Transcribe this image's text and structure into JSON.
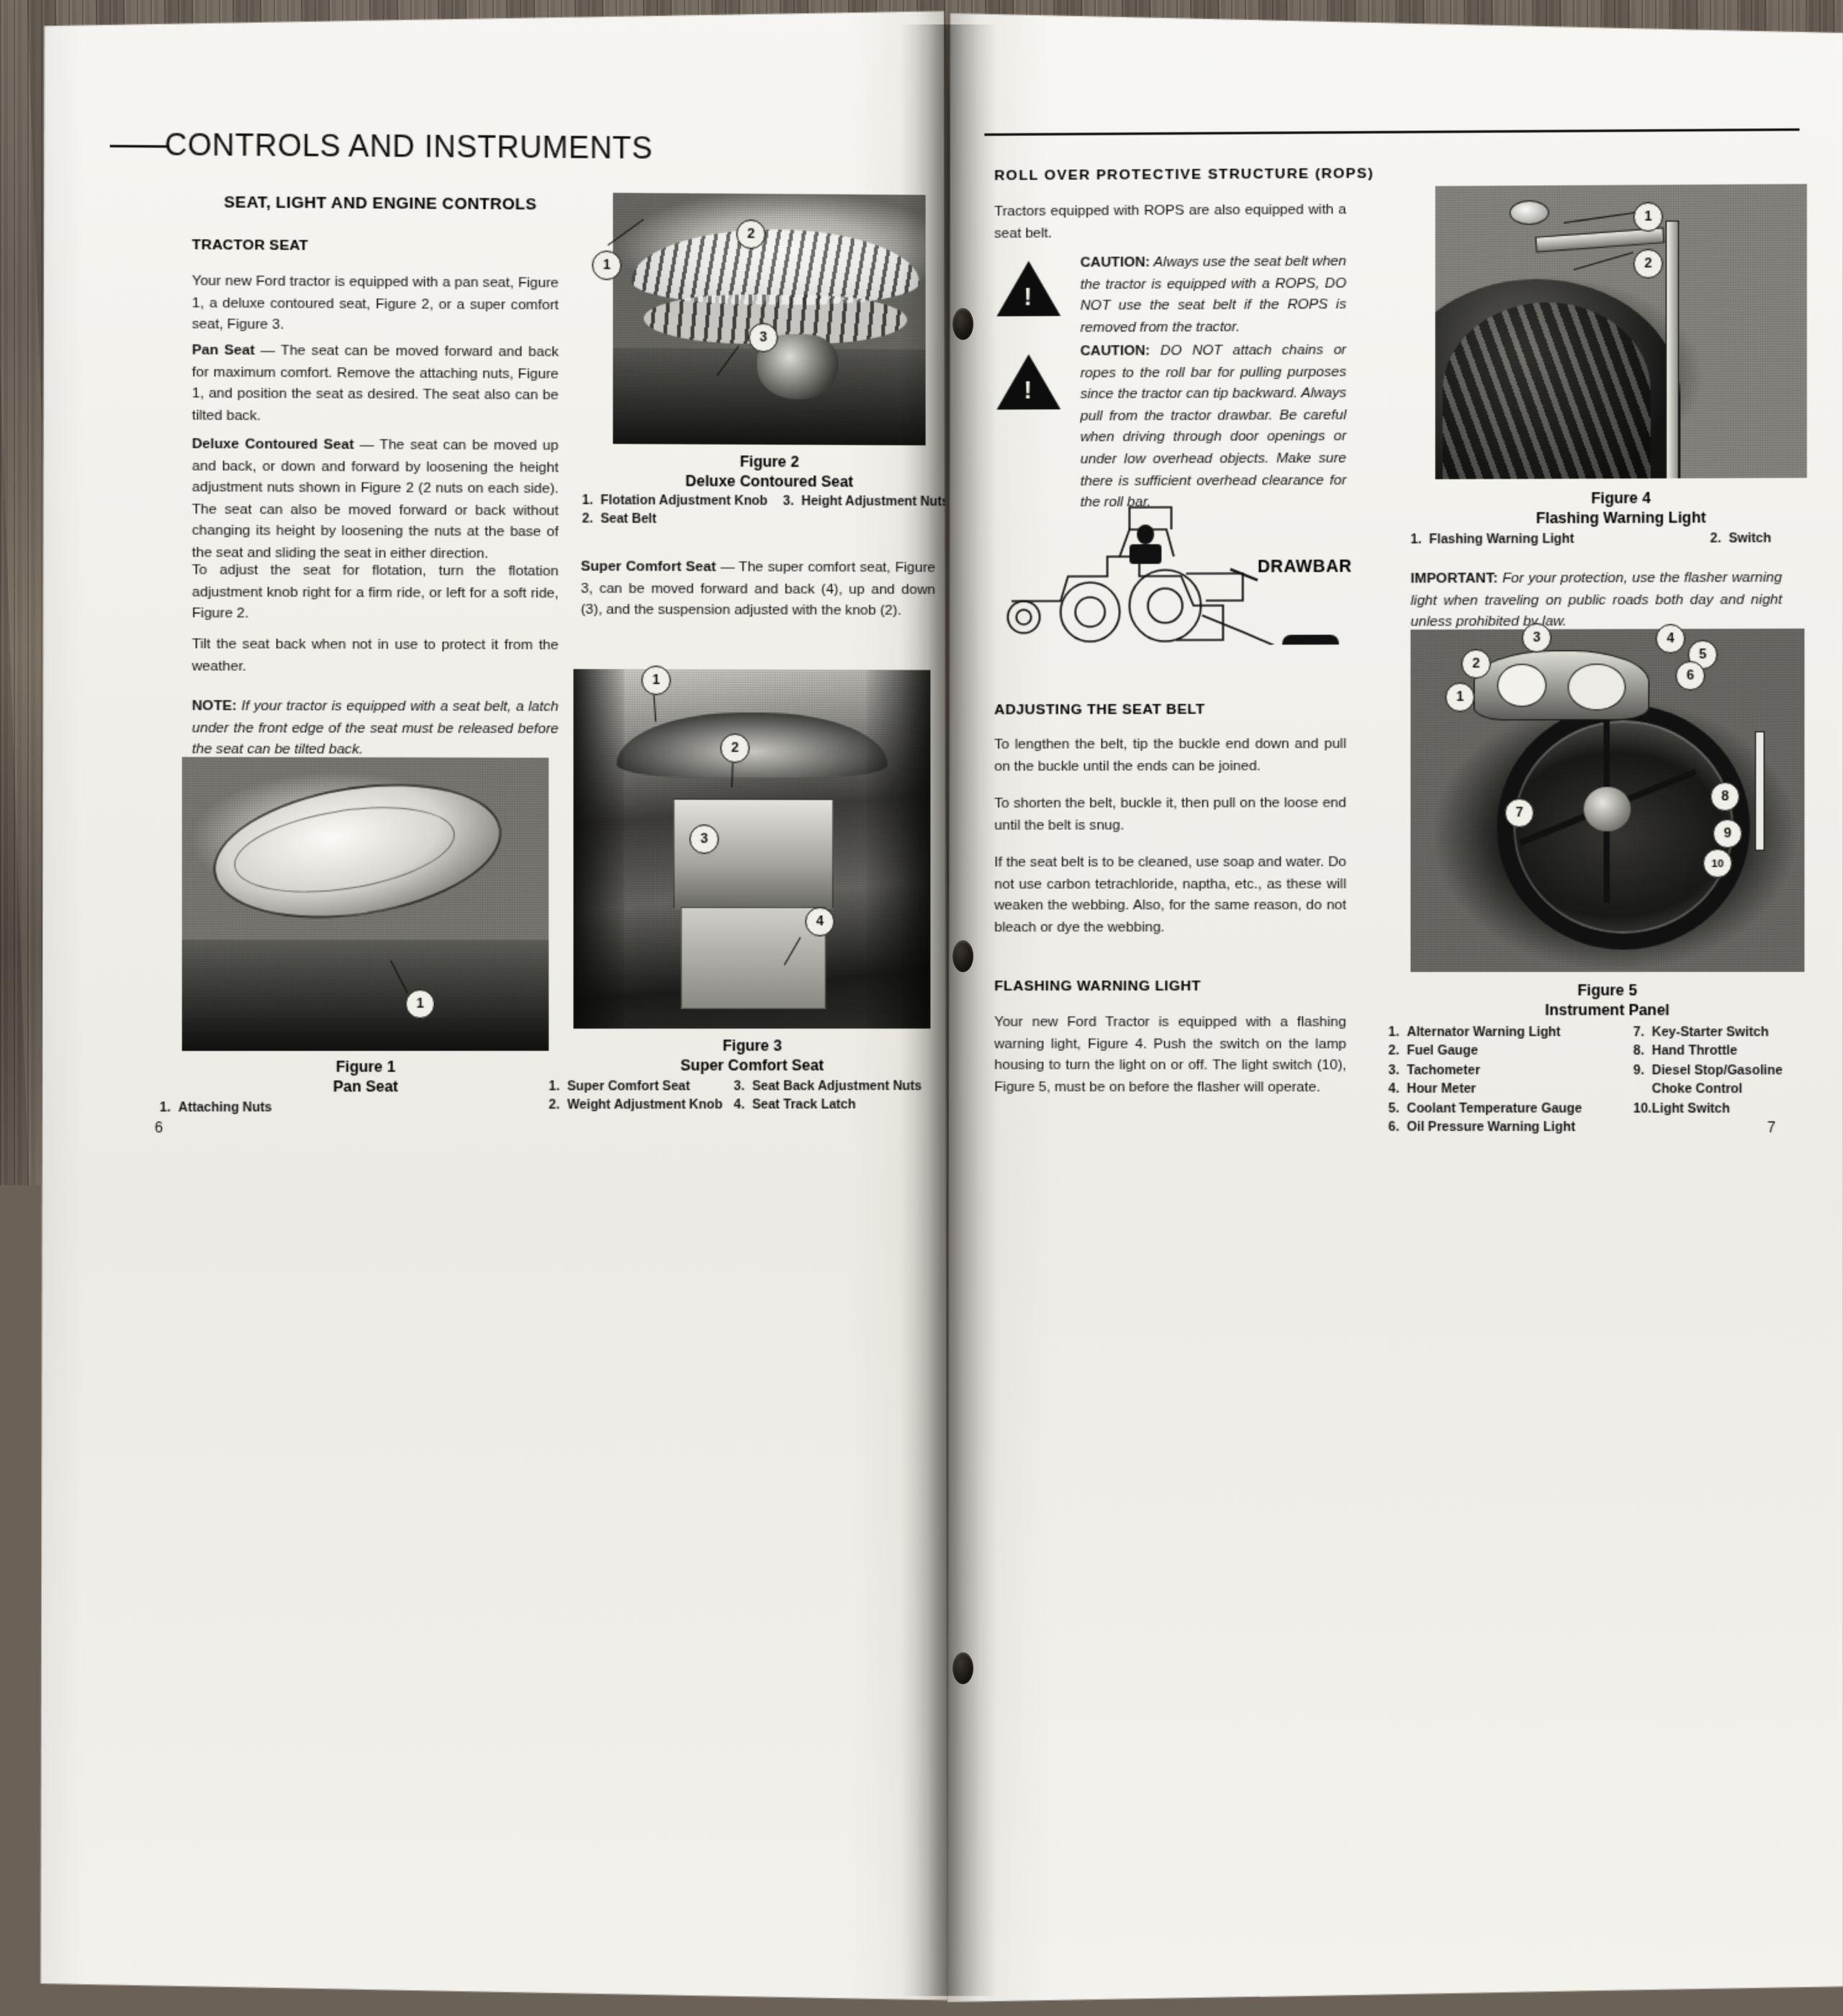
{
  "document": {
    "type": "tractor-operators-manual-spread",
    "running_head": "CONTROLS AND INSTRUMENTS"
  },
  "left_page": {
    "page_number": "6",
    "header": "CONTROLS AND INSTRUMENTS",
    "section_title": "SEAT, LIGHT AND ENGINE CONTROLS",
    "subsection": "TRACTOR SEAT",
    "paragraphs": [
      "Your new Ford tractor is equipped with a pan seat, Figure 1, a deluxe contoured seat, Figure 2, or a super comfort seat, Figure 3.",
      "Pan Seat — The seat can be moved forward and back for maximum comfort. Remove the attaching nuts, Figure 1, and position the seat as desired. The seat also can be tilted back.",
      "Deluxe Contoured Seat — The seat can be moved up and back, or down and forward by loosening the height adjustment nuts shown in Figure 2 (2 nuts on each side). The seat can also be moved forward or back without changing its height by loosening the nuts at the base of the seat and sliding the seat in either direction.",
      "To adjust the seat for flotation, turn the flotation adjustment knob right for a firm ride, or left for a soft ride, Figure 2.",
      "Tilt the seat back when not in use to protect it from the weather.",
      "NOTE: If your tractor is equipped with a seat belt, a latch under the front edge of the seat must be released before the seat can be tilted back."
    ],
    "paragraph_lead_bold": [
      "",
      "Pan Seat",
      "Deluxe Contoured Seat",
      "",
      "",
      "NOTE:"
    ],
    "right_column_paragraph": "Super Comfort Seat — The super comfort seat, Figure 3, can be moved forward and back (4), up and down (3), and the suspension adjusted with the knob (2).",
    "right_column_lead_bold": "Super Comfort Seat",
    "figures": [
      {
        "id": "figure-2",
        "number": "Figure 2",
        "title": "Deluxe Contoured Seat",
        "callouts": [
          "1",
          "2",
          "3"
        ],
        "legend": [
          {
            "n": "1.",
            "text": "Flotation Adjustment Knob"
          },
          {
            "n": "2.",
            "text": "Seat Belt"
          },
          {
            "n": "3.",
            "text": "Height Adjustment Nuts"
          }
        ]
      },
      {
        "id": "figure-1",
        "number": "Figure 1",
        "title": "Pan Seat",
        "callouts": [
          "1"
        ],
        "legend": [
          {
            "n": "1.",
            "text": "Attaching Nuts"
          }
        ]
      },
      {
        "id": "figure-3",
        "number": "Figure 3",
        "title": "Super Comfort Seat",
        "callouts": [
          "1",
          "2",
          "3",
          "4"
        ],
        "legend": [
          {
            "n": "1.",
            "text": "Super Comfort Seat"
          },
          {
            "n": "2.",
            "text": "Weight Adjustment Knob"
          },
          {
            "n": "3.",
            "text": "Seat Back Adjustment Nuts"
          },
          {
            "n": "4.",
            "text": "Seat Track Latch"
          }
        ]
      }
    ]
  },
  "right_page": {
    "page_number": "7",
    "section_title": "ROLL OVER PROTECTIVE STRUCTURE (ROPS)",
    "intro": "Tractors equipped with ROPS are also equipped with a seat belt.",
    "cautions": [
      {
        "label": "CAUTION:",
        "text": "Always use the seat belt when the tractor is equipped with a ROPS, DO NOT use the seat belt if the ROPS is removed from the tractor."
      },
      {
        "label": "CAUTION:",
        "text": "DO NOT attach chains or ropes to the roll bar for pulling purposes since the tractor can tip backward. Always pull from the tractor drawbar. Be careful when driving through door openings or under low overhead objects. Make sure there is sufficient overhead clearance for the roll bar."
      }
    ],
    "drawbar_label": "DRAWBAR",
    "seat_belt_heading": "ADJUSTING THE SEAT BELT",
    "seat_belt_paragraphs": [
      "To lengthen the belt, tip the buckle end down and pull on the buckle until the ends can be joined.",
      "To shorten the belt, buckle it, then pull on the loose end until the belt is snug.",
      "If the seat belt is to be cleaned, use soap and water. Do not use carbon tetrachloride, naptha, etc., as these will weaken the webbing. Also, for the same reason, do not bleach or dye the webbing."
    ],
    "flashing_heading": "FLASHING WARNING LIGHT",
    "flashing_paragraph": "Your new Ford Tractor is equipped with a flashing warning light, Figure 4. Push the switch on the lamp housing to turn the light on or off. The light switch (10), Figure 5, must be on before the flasher will operate.",
    "important": {
      "label": "IMPORTANT:",
      "text": "For your protection, use the flasher warning light when traveling on public roads both day and night unless prohibited by law."
    },
    "figures": [
      {
        "id": "figure-4",
        "number": "Figure 4",
        "title": "Flashing Warning Light",
        "callouts": [
          "1",
          "2"
        ],
        "legend": [
          {
            "n": "1.",
            "text": "Flashing Warning Light"
          },
          {
            "n": "2.",
            "text": "Switch"
          }
        ]
      },
      {
        "id": "figure-5",
        "number": "Figure 5",
        "title": "Instrument Panel",
        "callouts": [
          "1",
          "2",
          "3",
          "4",
          "5",
          "6",
          "7",
          "8",
          "9",
          "10"
        ],
        "legend_left": [
          {
            "n": "1.",
            "text": "Alternator Warning Light"
          },
          {
            "n": "2.",
            "text": "Fuel Gauge"
          },
          {
            "n": "3.",
            "text": "Tachometer"
          },
          {
            "n": "4.",
            "text": "Hour Meter"
          },
          {
            "n": "5.",
            "text": "Coolant Temperature Gauge"
          },
          {
            "n": "6.",
            "text": "Oil Pressure Warning Light"
          }
        ],
        "legend_right": [
          {
            "n": "7.",
            "text": "Key-Starter Switch"
          },
          {
            "n": "8.",
            "text": "Hand Throttle"
          },
          {
            "n": "9.",
            "text": "Diesel Stop/Gasoline"
          },
          {
            "n": "",
            "text": "Choke Control"
          },
          {
            "n": "10.",
            "text": "Light Switch"
          }
        ]
      }
    ]
  },
  "colors": {
    "ink": "#111111",
    "paper": "#f3f2ee",
    "desk": "#6b6257"
  }
}
